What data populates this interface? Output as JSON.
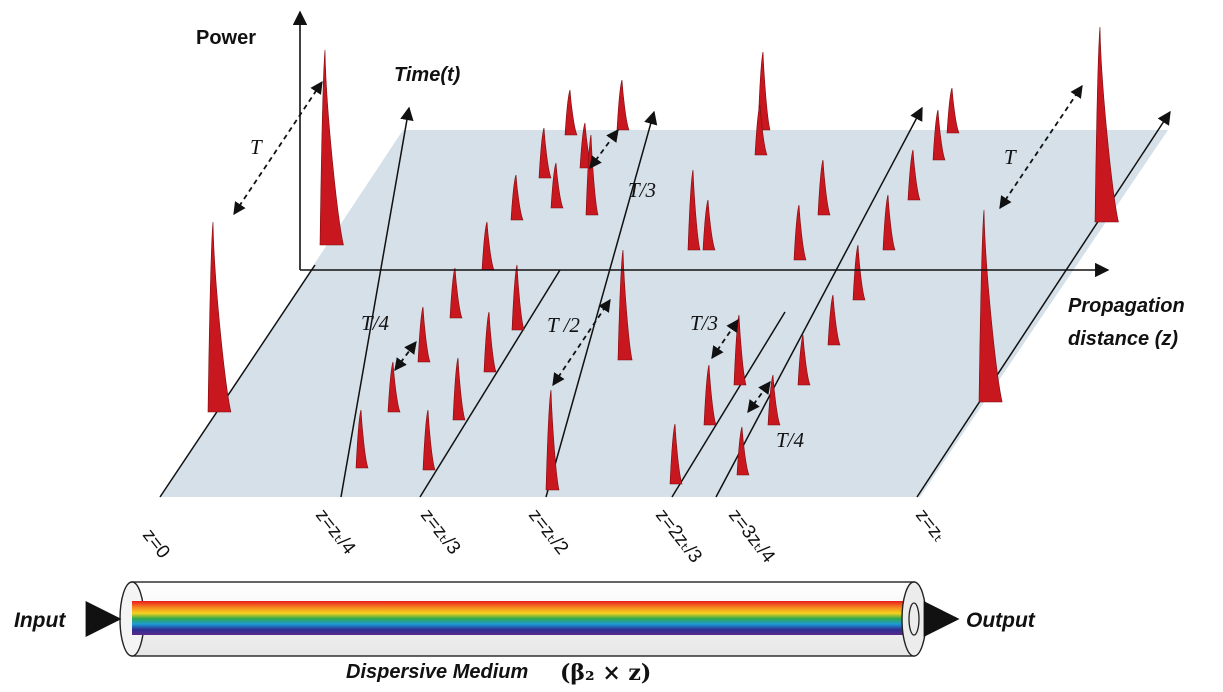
{
  "axes": {
    "power": "Power",
    "time": "Time(t)",
    "distance_line1": "Propagation",
    "distance_line2": "distance (z)"
  },
  "period_labels": {
    "input_period": "T",
    "zT3_period": "T/3",
    "zT4_period": "T/4",
    "zT2_period": "T /2",
    "z2T3_period": "T/3",
    "z3T4_period": "T/4",
    "output_period": "T"
  },
  "z_labels": [
    "z=0",
    "z=zₜ/4",
    "z=zₜ/3",
    "z=zₜ/2",
    "z=2zₜ/3",
    "z=3zₜ/4",
    "z=zₜ"
  ],
  "fiber": {
    "input": "Input",
    "output": "Output",
    "medium": "Dispersive Medium",
    "medium_formula": "(β₂ × z)"
  },
  "colors": {
    "plane": "#d5e0e8",
    "pulse": "#c8171f",
    "axes": "#111111"
  }
}
